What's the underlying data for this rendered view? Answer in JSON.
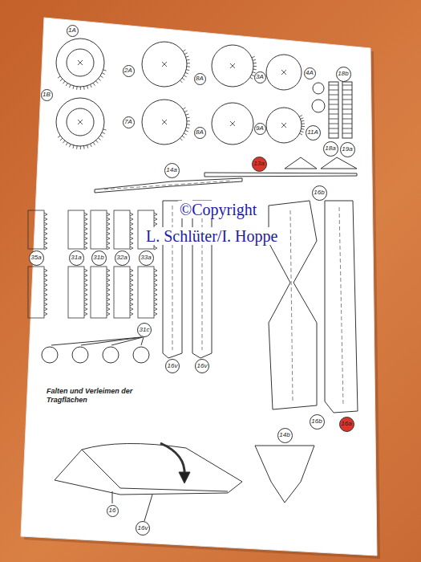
{
  "diagram": {
    "nodes": [
      {
        "text": [
          "1A"
        ]
      },
      {
        "text": [
          "2A"
        ]
      },
      {
        "text": [
          "8A"
        ]
      },
      {
        "text": [
          "3A"
        ]
      },
      {
        "text": [
          "4A"
        ]
      },
      {
        "text": [
          "18b"
        ]
      },
      {
        "text": [
          "1B"
        ]
      },
      {
        "text": [
          "7A"
        ]
      },
      {
        "text": [
          "8A"
        ]
      },
      {
        "text": [
          "9A"
        ]
      },
      {
        "text": [
          "11A"
        ]
      },
      {
        "text": [
          "18a"
        ]
      },
      {
        "text": [
          "19a"
        ]
      },
      {
        "text": [
          "14a"
        ]
      },
      {
        "text": [
          "13a"
        ]
      },
      {
        "text": [
          "16b"
        ]
      },
      {
        "text": [
          "35a"
        ]
      },
      {
        "text": [
          "31a"
        ]
      },
      {
        "text": [
          "31b"
        ]
      },
      {
        "text": [
          "32a"
        ]
      },
      {
        "text": [
          "33a"
        ]
      },
      {
        "text": [
          "31c"
        ]
      },
      {
        "text": [
          "16v"
        ]
      },
      {
        "text": [
          "16v"
        ]
      },
      {
        "text": [
          "16b"
        ]
      },
      {
        "text": [
          "16a"
        ]
      },
      {
        "text": [
          "14b"
        ]
      },
      {
        "text": [
          "16"
        ]
      },
      {
        "text": [
          "16v"
        ]
      }
    ],
    "labels": [
      "©Copyright",
      "L. Schlüter/I. Hoppe",
      "Falten und Verleimen der Tragflächen"
    ]
  }
}
